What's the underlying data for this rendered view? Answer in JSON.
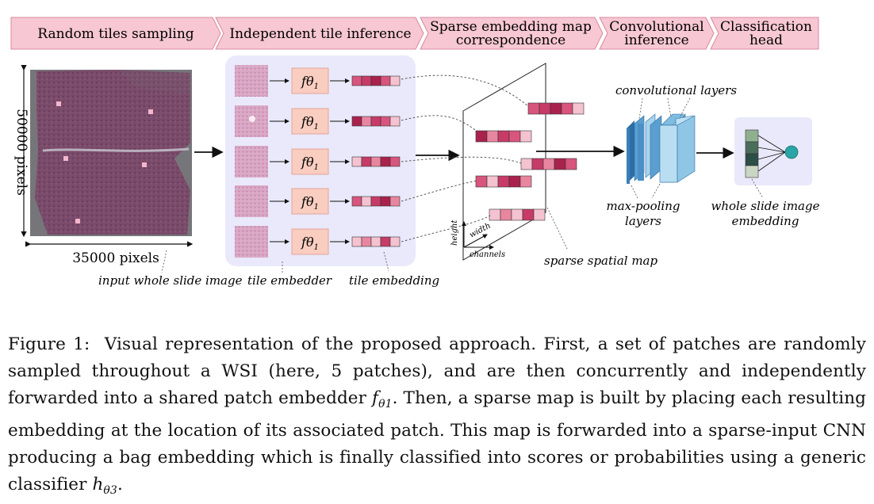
{
  "pipeline": {
    "stages": [
      {
        "line1": "Random tiles sampling",
        "line2": ""
      },
      {
        "line1": "Independent tile inference",
        "line2": ""
      },
      {
        "line1": "Sparse embedding map",
        "line2": "correspondence"
      },
      {
        "line1": "Convolutional",
        "line2": "inference"
      },
      {
        "line1": "Classification",
        "line2": "head"
      }
    ]
  },
  "wsi": {
    "height_label": "50000 pixels",
    "width_label": "35000 pixels",
    "input_label": "input whole slide image"
  },
  "tiles": {
    "embedder_symbol": "fθ",
    "embedder_subscript": "1",
    "embedder_label": "tile embedder",
    "embedding_label": "tile embedding"
  },
  "sparse_map": {
    "axis_height": "height",
    "axis_width": "width",
    "axis_channels": "channels",
    "label": "sparse spatial map"
  },
  "cnn": {
    "conv_label": "convolutional layers",
    "pool_label_line1": "max-pooling",
    "pool_label_line2": "layers"
  },
  "head": {
    "label_line1": "whole slide image",
    "label_line2": "embedding"
  },
  "caption": {
    "label": "Figure 1:",
    "part1": "Visual representation of the proposed approach. First, a set of patches are randomly sampled throughout a WSI (here, 5 patches), and are then concurrently and independently forwarded into a shared patch embedder ",
    "f_symbol": "f",
    "f_sub": "θ1",
    "part2": ". Then, a sparse map is built by placing each resulting embedding at the location of its associated patch. This map is forwarded into a sparse-input CNN producing a bag embedding which is finally classified into scores or probabilities using a generic classifier ",
    "h_symbol": "h",
    "h_sub": "θ3",
    "part3": "."
  },
  "colors": {
    "banner_fill": "#f7c7d3",
    "banner_stroke": "#d88aa0",
    "panel_fill": "#e9e9fb",
    "embedder_fill": "#f9cdc0",
    "cnn_blue": "#5b9fd0",
    "cnn_dark": "#2d6ea6",
    "node_teal": "#2aa5a5"
  }
}
